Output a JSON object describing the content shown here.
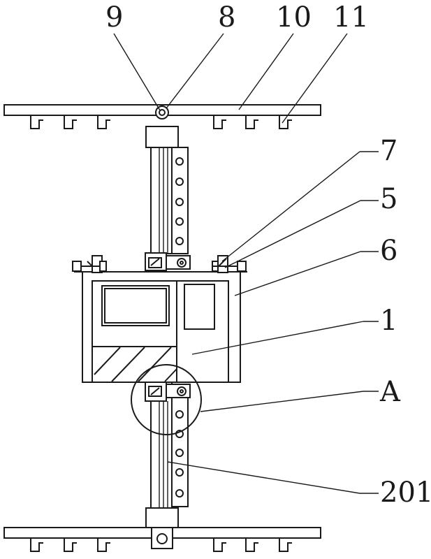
{
  "figure": {
    "labels": {
      "l9": "9",
      "l8": "8",
      "l10": "10",
      "l11": "11",
      "l7": "7",
      "l5": "5",
      "l6": "6",
      "l1": "1",
      "lA": "A",
      "l201": "201"
    }
  }
}
